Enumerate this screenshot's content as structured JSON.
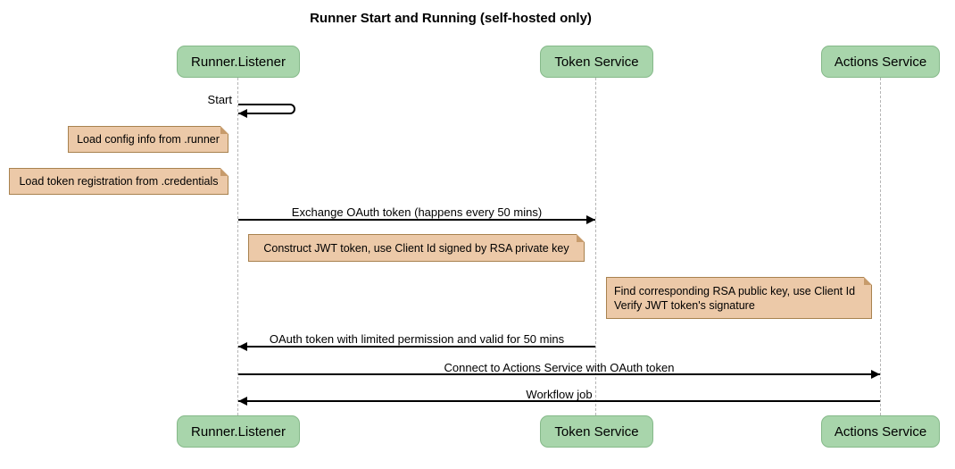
{
  "title": "Runner Start and Running (self-hosted only)",
  "participants": [
    {
      "label": "Runner.Listener"
    },
    {
      "label": "Token Service"
    },
    {
      "label": "Actions Service"
    }
  ],
  "messages": {
    "start": "Start",
    "exchange": "Exchange OAuth token (happens every 50 mins)",
    "oauth_return": "OAuth token with limited permission and valid for 50 mins",
    "connect": "Connect to Actions Service with OAuth token",
    "workflow": "Workflow job"
  },
  "notes": {
    "load_config": "Load config info from .runner",
    "load_credentials": "Load token registration from .credentials",
    "construct_jwt": "Construct JWT token, use Client Id signed by RSA private key",
    "verify_jwt": "Find corresponding RSA public key, use Client Id\nVerify JWT token's signature"
  },
  "colors": {
    "actor_fill": "#a8d5ab",
    "actor_border": "#85b989",
    "note_fill": "#ecc9a8",
    "note_border": "#a8824f",
    "lifeline": "#b5b5b5",
    "line": "#000000"
  }
}
